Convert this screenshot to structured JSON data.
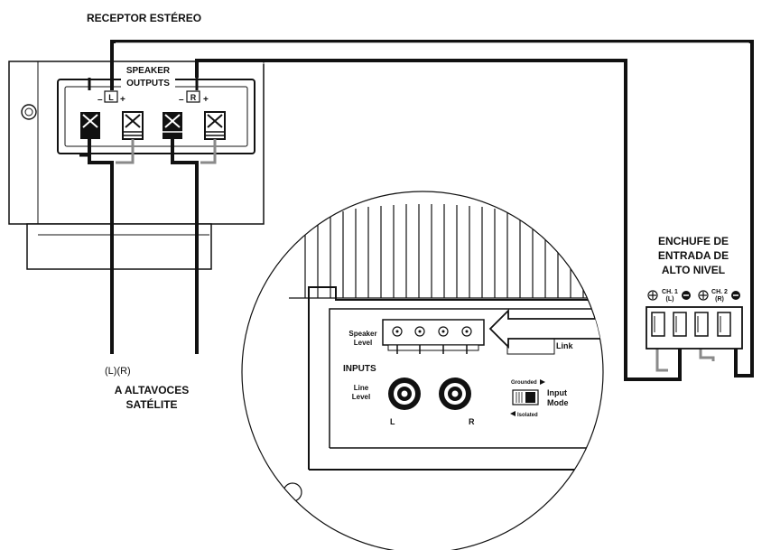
{
  "labels": {
    "receiver_title": "RECEPTOR ESTÉREO",
    "speaker_outputs_line1": "SPEAKER",
    "speaker_outputs_line2": "OUTPUTS",
    "out_left": "L",
    "out_right": "R",
    "minus": "–",
    "plus": "+",
    "lr_marker": "(L)(R)",
    "satellite_line1": "A ALTAVOCES",
    "satellite_line2": "SATÉLITE",
    "plug_line1": "ENCHUFE DE",
    "plug_line2": "ENTRADA DE",
    "plug_line3": "ALTO NIVEL",
    "ch1_line1": "CH. 1",
    "ch1_line2": "(L)",
    "ch2_line1": "CH. 2",
    "ch2_line2": "(R)",
    "speaker_level_line1": "Speaker",
    "speaker_level_line2": "Level",
    "inputs": "INPUTS",
    "line_level_line1": "Line",
    "line_level_line2": "Level",
    "jack_left": "L",
    "jack_right": "R",
    "link": "Link",
    "grounded": "Grounded",
    "isolated": "Isolated",
    "input_mode_line1": "Input",
    "input_mode_line2": "Mode"
  },
  "icons": {
    "arrow": "arrow-left-icon",
    "ground": "ground-screw-icon"
  },
  "colors": {
    "ink": "#111111",
    "wire_black": "#111111",
    "wire_gray": "#8a8a8a",
    "panel_fill": "#ffffff"
  }
}
